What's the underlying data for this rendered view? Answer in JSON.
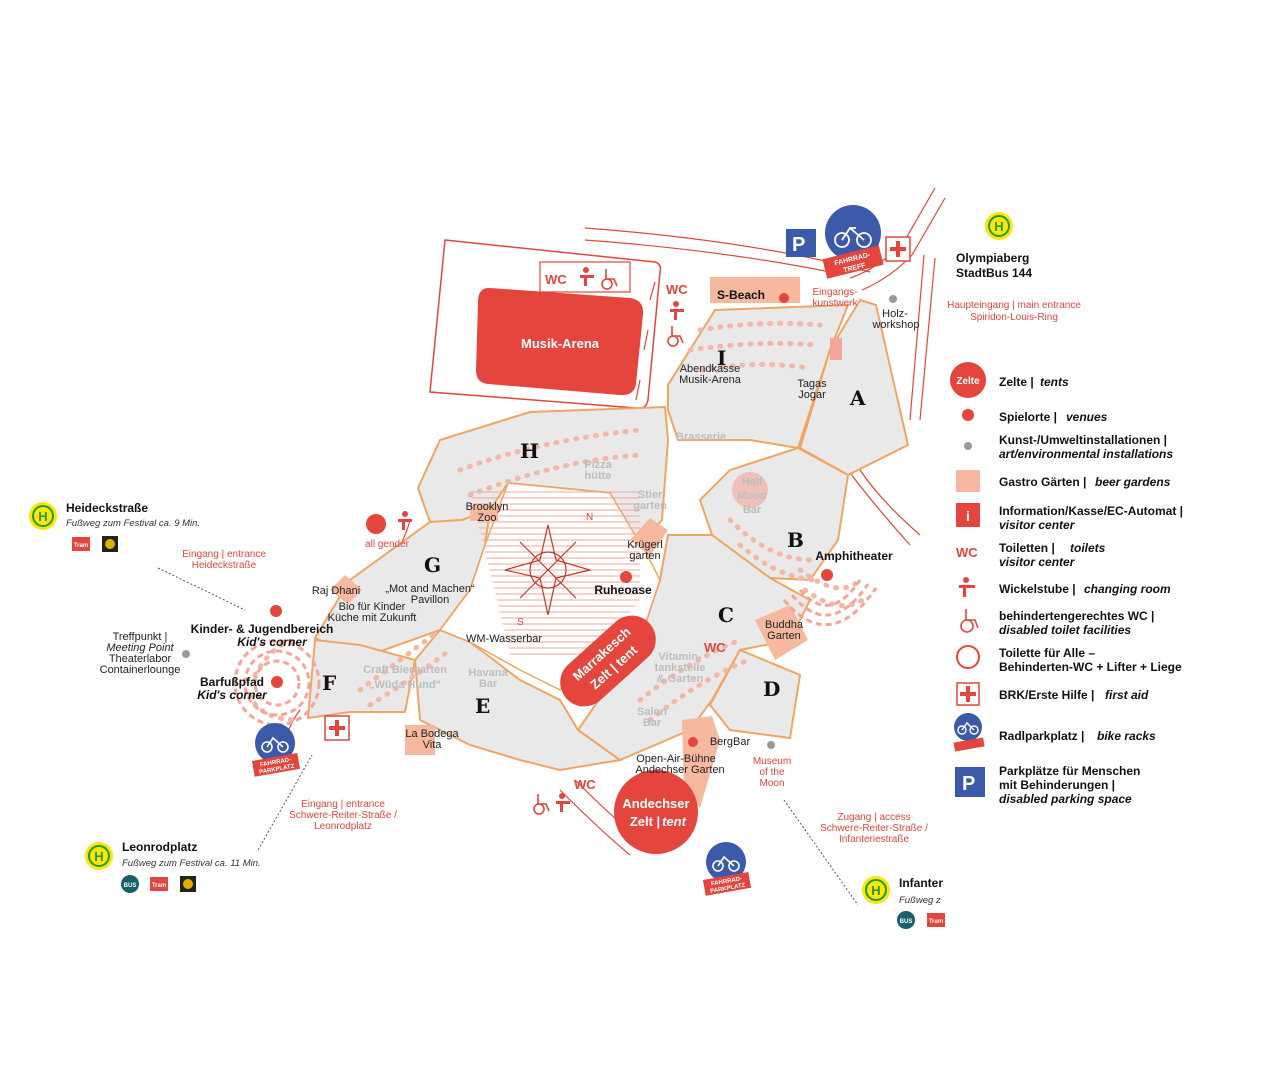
{
  "zones": [
    "A",
    "B",
    "C",
    "D",
    "E",
    "F",
    "G",
    "H",
    "I"
  ],
  "arena": {
    "label": "Musik-Arena"
  },
  "tents": {
    "marrakesch_1": "Marrakesch",
    "marrakesch_2": "Zelt | tent",
    "andechser_1": "Andechser",
    "andechser_2": "Zelt |",
    "andechser_3": "tent"
  },
  "venues": {
    "s_beach": "S-Beach",
    "amphitheater": "Amphitheater",
    "ruheoase": "Ruheoase",
    "bergbar": "BergBar",
    "kids_1": "Kinder- & Jugendbereich",
    "kids_2": "Kid's corner",
    "barfuss_1": "Barfußpfad",
    "barfuss_2": "Kid's corner",
    "openair_1": "Open-Air-Bühne",
    "openair_2": "Andechser Garten",
    "wm_wasserbar": "WM-Wasserbar",
    "brooklyn_1": "Brooklyn",
    "brooklyn_2": "Zoo",
    "krueger_1": "Krügerl",
    "krueger_2": "garten",
    "raj": "Raj Dhani",
    "la_bodega_1": "La Bodega",
    "la_bodega_2": "Vita",
    "buddha_1": "Buddha",
    "buddha_2": "Garten",
    "holz_1": "Holz-",
    "holz_2": "workshop",
    "museum_1": "Museum",
    "museum_2": "of the",
    "museum_3": "Moon",
    "treffpunkt_1": "Treffpunkt |",
    "treffpunkt_2": "Meeting Point",
    "treffpunkt_3": "Theaterlabor",
    "treffpunkt_4": "Containerlounge",
    "eingangs_1": "Eingangs-",
    "eingangs_2": "kunstwerk",
    "mot_1": "„Mot and Machen“",
    "mot_2": "Pavillon",
    "bio_1": "Bio für Kinder",
    "bio_2": "Küche mit Zukunft",
    "craft_1": "Craft Biergarten",
    "craft_2": "„Wüda Hund“"
  },
  "ghost_labels": {
    "brasserie": "Brasserie",
    "half_moon_1": "Half",
    "half_moon_2": "Moon",
    "half_moon_3": "Bar",
    "pizza_1": "Pizza",
    "pizza_2": "hütte",
    "stier_1": "Stier",
    "stier_2": "garten",
    "vitamin_1": "Vitamin-",
    "vitamin_2": "tankstelle",
    "vitamin_3": "& Garten",
    "salon_1": "Salon",
    "salon_2": "Bar",
    "havana_1": "Havana",
    "havana_2": "Bar",
    "abendkasse_1": "Abendkasse",
    "abendkasse_2": "Musik-Arena",
    "tagas_1": "Tagas",
    "tagas_2": "Jogar"
  },
  "wc_labels": {
    "wc1": "WC",
    "wc2": "WC",
    "wc3": "WC",
    "wc4": "WC"
  },
  "all_gender": "all gender",
  "entrances": {
    "heideck_1": "Eingang | entrance",
    "heideck_2": "Heideckstraße",
    "leonrod_1": "Eingang | entrance",
    "leonrod_2": "Schwere-Reiter-Straße /",
    "leonrod_3": "Leonrodplatz",
    "main_1": "Haupteingang | main entrance",
    "main_2": "Spiridon-Louis-Ring",
    "access_1": "Zugang | access",
    "access_2": "Schwere-Reiter-Straße /",
    "access_3": "Infanteriestraße"
  },
  "stations": {
    "heideck": {
      "name": "Heideckstraße",
      "walk": "Fußweg zum Festival ca. 9 Min.",
      "tram": "Tram"
    },
    "leonrod": {
      "name": "Leonrodplatz",
      "walk": "Fußweg zum Festival ca. 11 Min.",
      "bus": "BUS",
      "tram": "Tram"
    },
    "olympia": {
      "name_1": "Olympiaberg",
      "name_2": "StadtBus 144"
    },
    "infanterie": {
      "name": "Infanter",
      "walk": "Fußweg z",
      "bus": "BUS",
      "tram": "Tram"
    }
  },
  "h_symbol": "H",
  "bike_badge_1": "FAHRRAD-",
  "bike_badge_2": "TREFF",
  "bike_park_1": "FAHRRAD-",
  "bike_park_2": "PARKPLATZ",
  "parking_symbol": "P",
  "legend": {
    "tents_badge": "Zelte",
    "tents_label": "Zelte |",
    "tents_en": "tents",
    "venues_label": "Spielorte |",
    "venues_en": "venues",
    "art_label": "Kunst-/Umweltinstallationen |",
    "art_en": "art/environmental installations",
    "beer_label": "Gastro Gärten |",
    "beer_en": "beer gardens",
    "info_symbol": "i",
    "info_label": "Information/Kasse/EC-Automat |",
    "info_en": "visitor center",
    "wc_symbol": "WC",
    "wc_label": "Toiletten |",
    "wc_en": "toilets",
    "wc_en2": "visitor center",
    "changing_label": "Wickelstube |",
    "changing_en": "changing room",
    "disabled_label": "behindertengerechtes WC |",
    "disabled_en": "disabled toilet facilities",
    "forall_label": "Toilette für Alle –",
    "forall_label2": "Behinderten-WC + Lifter + Liege",
    "firstaid_label": "BRK/Erste Hilfe |",
    "firstaid_en": "first aid",
    "bike_label": "Radlparkplatz  |",
    "bike_en": "bike racks",
    "parking_label": "Parkplätze für Menschen",
    "parking_label2": "mit Behinderungen |",
    "parking_en": "disabled parking space"
  },
  "compass": {
    "n": "N",
    "s": "S"
  },
  "colors": {
    "red": "#e4453c",
    "zone_fill": "#e9e9ea",
    "zone_stroke": "#f0a560",
    "beer": "#f6b89f",
    "h_yellow": "#ffe600",
    "h_green": "#1f9a3a",
    "blue": "#3b5aa9"
  }
}
